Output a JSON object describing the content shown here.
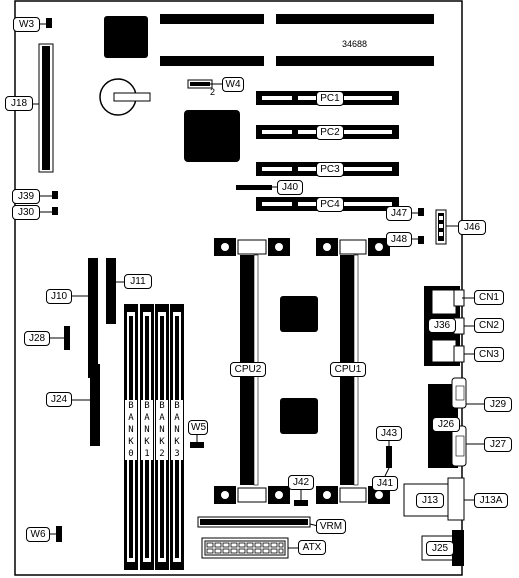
{
  "board_id": "34688",
  "labels": {
    "W3": "W3",
    "W4": "W4",
    "W4_pin": "2",
    "J18": "J18",
    "PC1": "PC1",
    "PC2": "PC2",
    "PC3": "PC3",
    "PC4": "PC4",
    "J40": "J40",
    "J39": "J39",
    "J30": "J30",
    "J47": "J47",
    "J46": "J46",
    "J48": "J48",
    "J11": "J11",
    "J10": "J10",
    "J28": "J28",
    "J24": "J24",
    "CPU2": "CPU2",
    "CPU1": "CPU1",
    "CN1": "CN1",
    "CN2": "CN2",
    "CN3": "CN3",
    "J36": "J36",
    "J29": "J29",
    "J26": "J26",
    "J27": "J27",
    "W5": "W5",
    "J43": "J43",
    "J41": "J41",
    "J42": "J42",
    "J13": "J13",
    "J13A": "J13A",
    "VRM": "VRM",
    "ATX": "ATX",
    "W6": "W6",
    "J25": "J25"
  },
  "banks": [
    "BANK0",
    "BANK1",
    "BANK2",
    "BANK3"
  ]
}
